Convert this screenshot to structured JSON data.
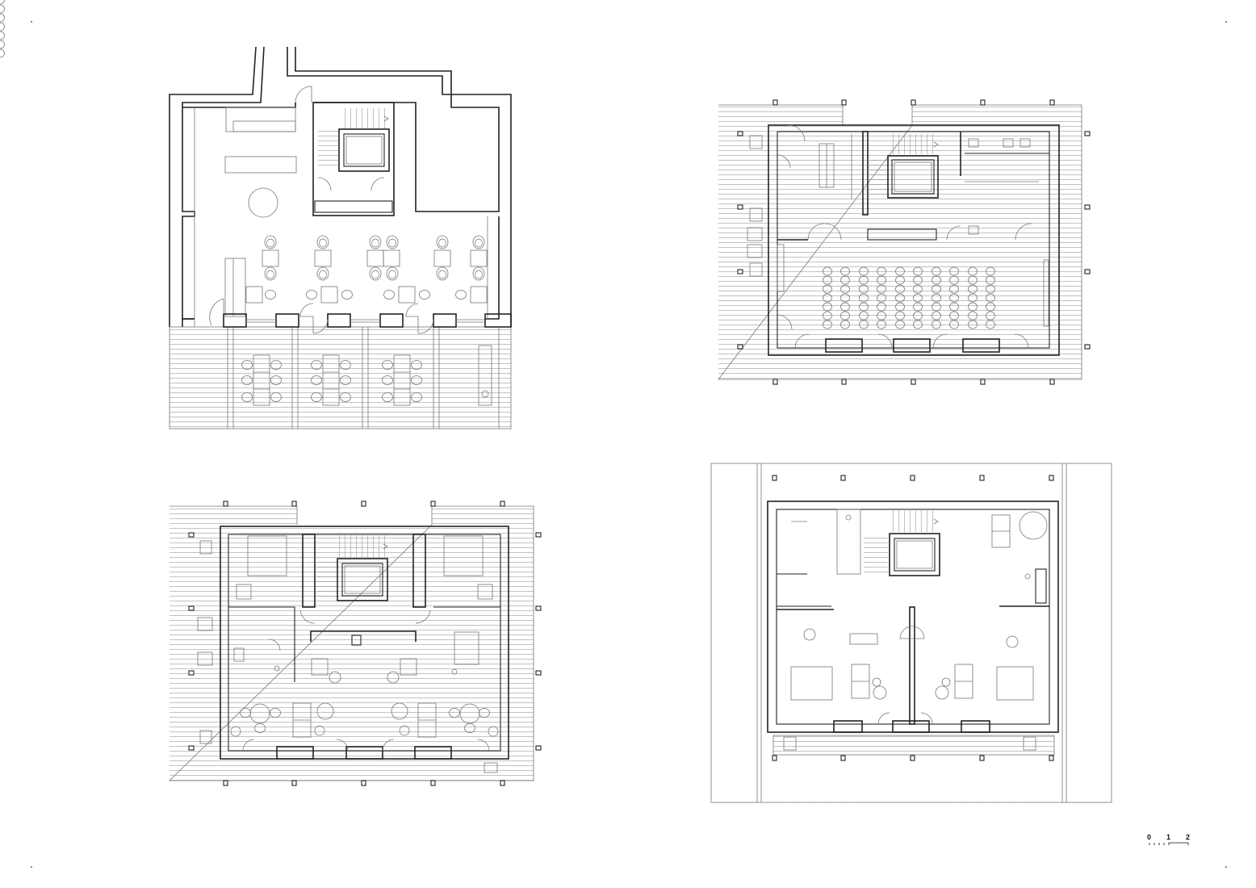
{
  "drawing": {
    "type": "architectural floor plans",
    "plans": [
      {
        "id": "plan-ground-floor",
        "position": "top-left",
        "description": "Cafe / dining with terrace seating, stair and lift core"
      },
      {
        "id": "plan-first-floor",
        "position": "top-right",
        "description": "Lecture / seminar hall with rows of seats, WCs, stair and lift core, surrounding deck"
      },
      {
        "id": "plan-second-floor",
        "position": "bottom-left",
        "description": "Two apartments with bedrooms, bathrooms and living rooms, central stair and lift core"
      },
      {
        "id": "plan-third-floor",
        "position": "bottom-right",
        "description": "Two apartments under roof with bedrooms, bathrooms, living areas and balcony"
      }
    ],
    "scale_bar": {
      "labels": [
        "0",
        "1",
        "2"
      ]
    }
  }
}
